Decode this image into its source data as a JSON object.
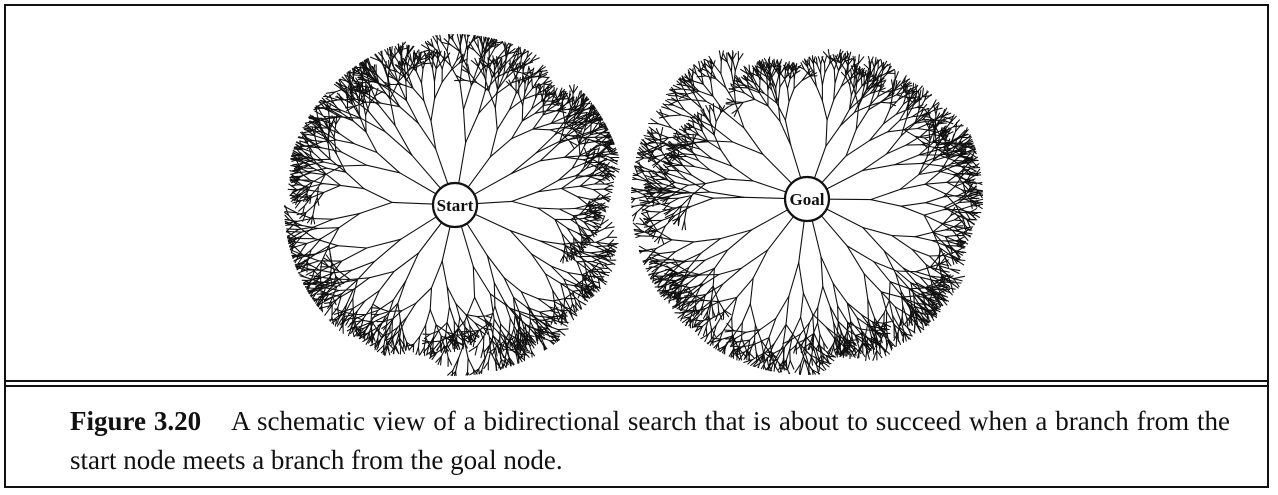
{
  "figure": {
    "start_label": "Start",
    "goal_label": "Goal",
    "caption_label": "Figure 3.20",
    "caption_text": "A schematic view of a bidirectional search that is about to succeed when a branch from the start node meets a branch from the goal node."
  }
}
